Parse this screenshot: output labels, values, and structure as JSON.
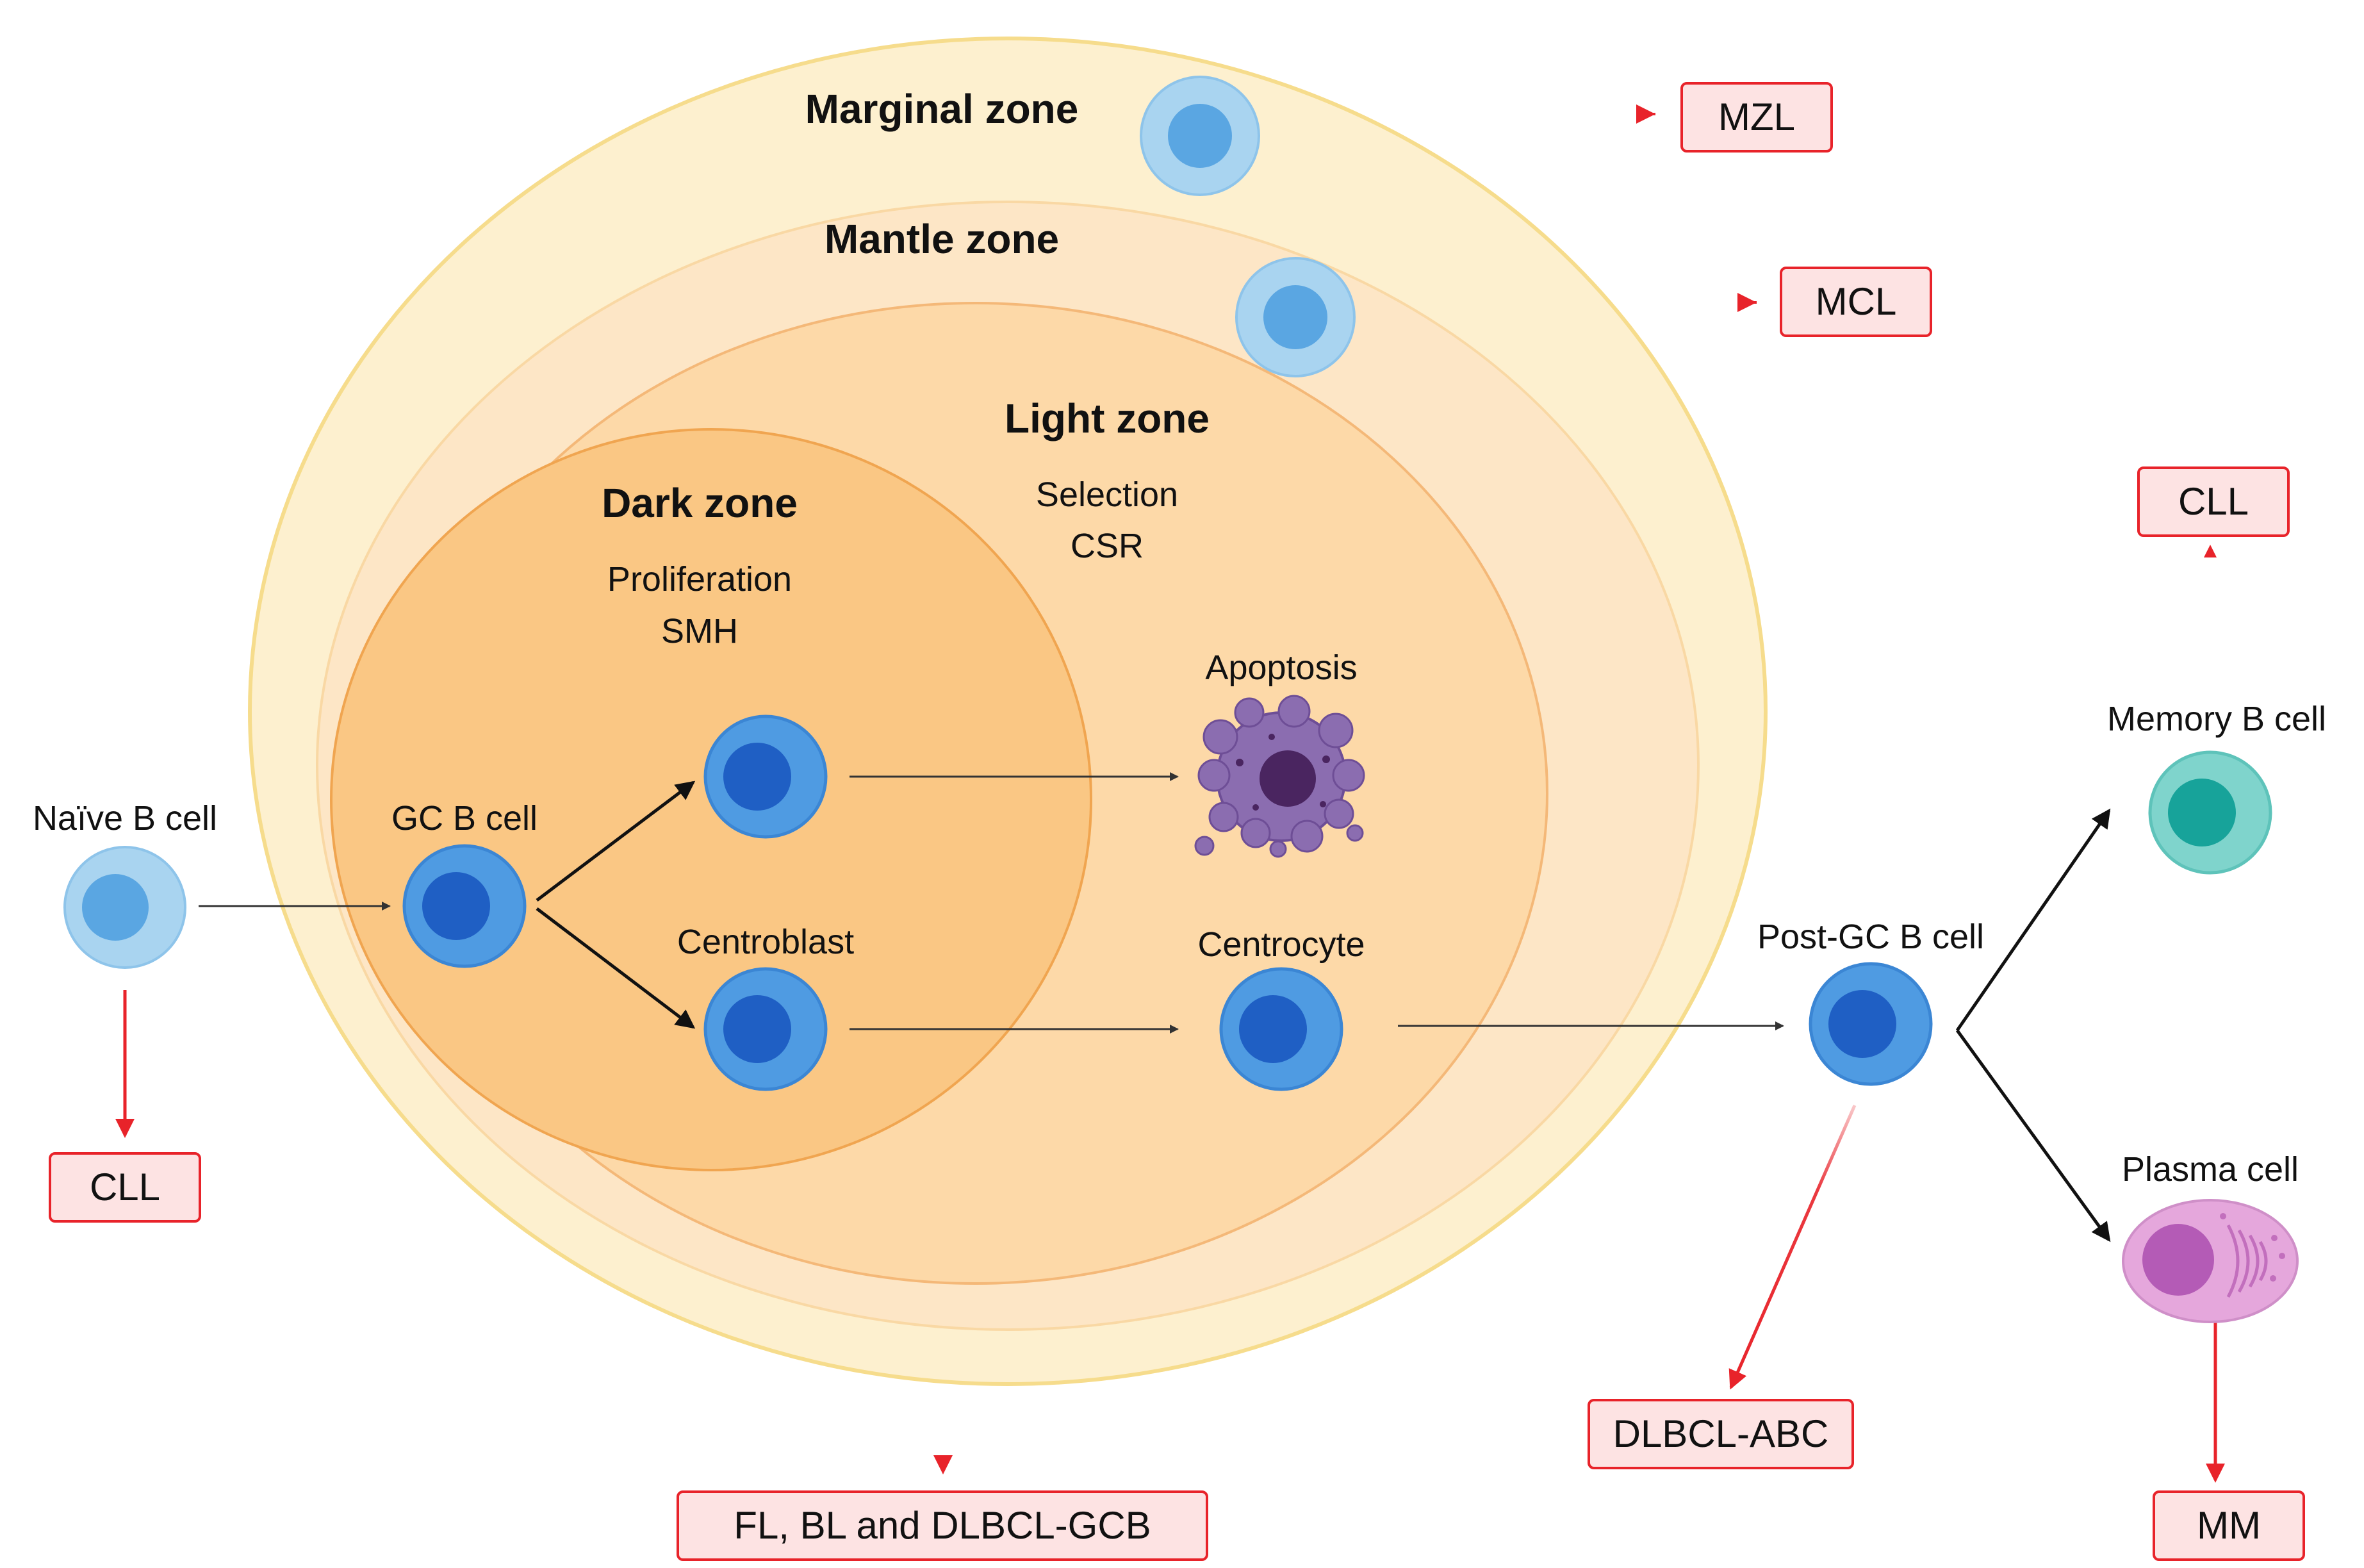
{
  "zones": {
    "marginal": "Marginal zone",
    "mantle": "Mantle zone",
    "light": "Light zone",
    "light_line1": "Selection",
    "light_line2": "CSR",
    "dark": "Dark zone",
    "dark_line1": "Proliferation",
    "dark_line2": "SMH"
  },
  "cells": {
    "naive_b": "Naïve B cell",
    "gc_b": "GC B cell",
    "centroblast": "Centroblast",
    "centrocyte": "Centrocyte",
    "apoptosis": "Apoptosis",
    "post_gc_b": "Post-GC B cell",
    "memory_b": "Memory B cell",
    "plasma": "Plasma cell"
  },
  "diseases": {
    "mzl": "MZL",
    "mcl": "MCL",
    "cll_naive": "CLL",
    "cll_memory": "CLL",
    "fl_bl_dlbcl_gcb": "FL, BL and DLBCL-GCB",
    "dlbcl_abc": "DLBCL-ABC",
    "mm": "MM"
  },
  "colors": {
    "marginal_fill": "#fdf0cf",
    "marginal_stroke": "#f6dc8c",
    "mantle_fill": "#fde6c6",
    "light_fill": "#fdd9a8",
    "dark_fill": "#fac784",
    "disease_box_fill": "#fde3e3",
    "disease_box_stroke": "#e8232a",
    "red_arrow": "#e8232a",
    "black_arrow": "#333333",
    "b_cell_outer": "#4f9be2",
    "b_cell_nucleus": "#1f5fc4",
    "light_b_outer": "#a9d4f0",
    "light_b_nucleus": "#5aa6e2",
    "memory_outer": "#7fd4cc",
    "memory_nucleus": "#17a39a",
    "plasma_body": "#e5a7dc",
    "plasma_nucleus": "#b45bb6",
    "apoptosis_body": "#8b6db0"
  }
}
